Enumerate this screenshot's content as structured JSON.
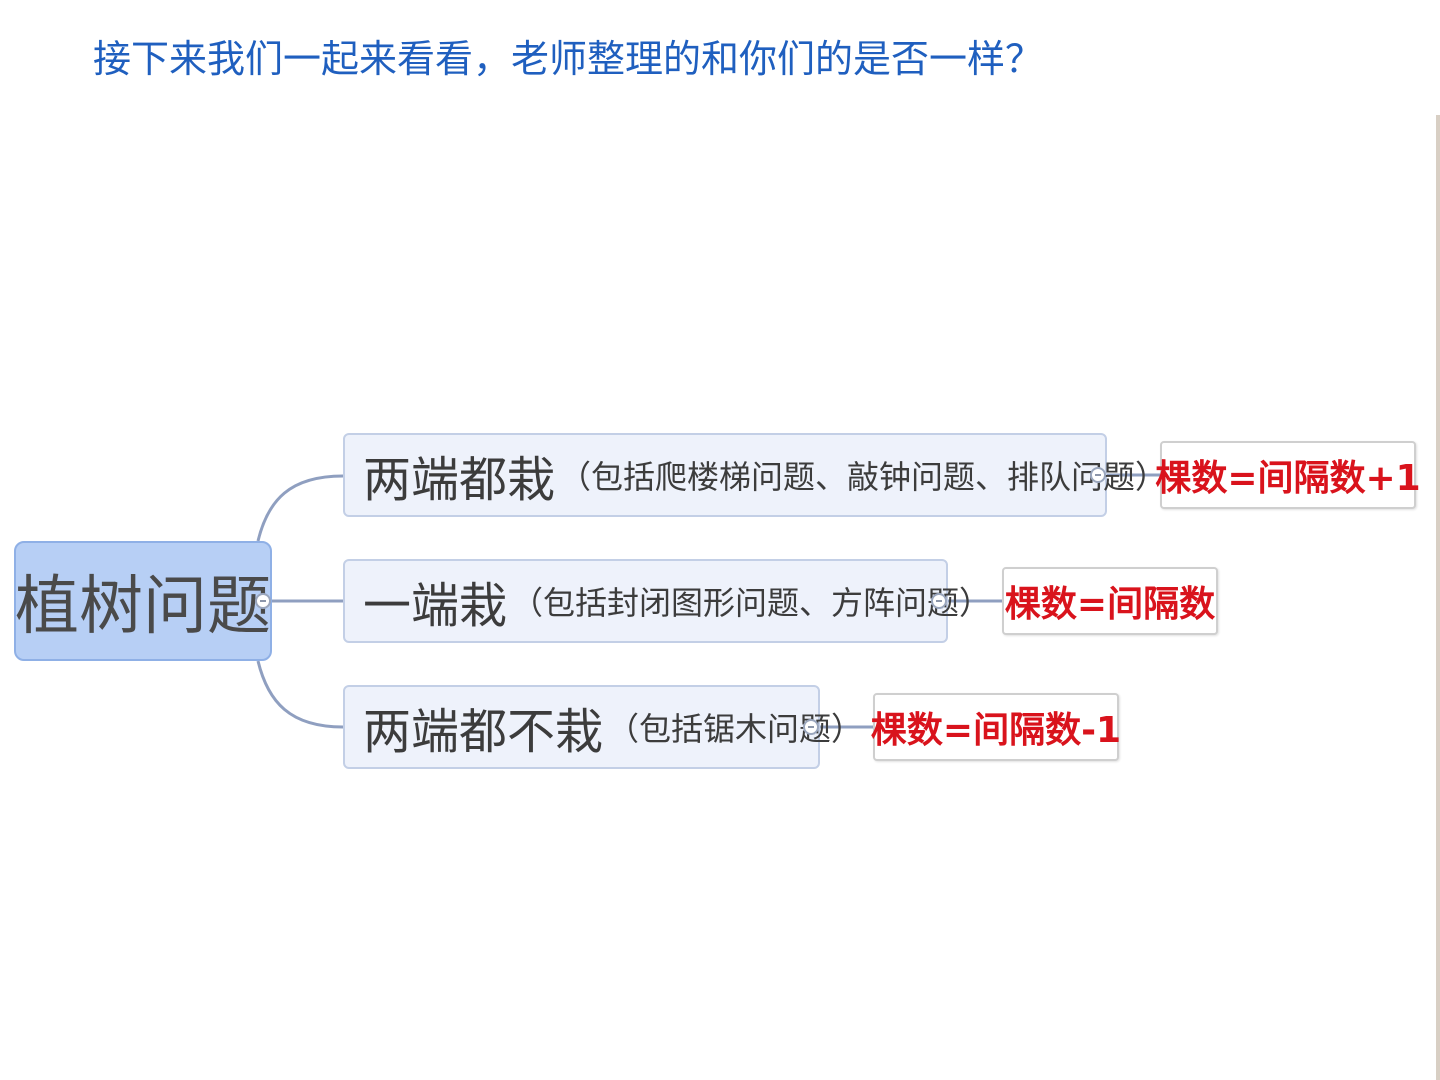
{
  "heading": "接下来我们一起来看看，老师整理的和你们的是否一样？",
  "diagram": {
    "root": "植树问题",
    "branches": [
      {
        "label": "两端都栽",
        "note": "（包括爬楼梯问题、敲钟问题、排队问题）",
        "formula": "棵数=间隔数+1"
      },
      {
        "label": "一端栽",
        "note": "（包括封闭图形问题、方阵问题）",
        "formula": "棵数=间隔数"
      },
      {
        "label": "两端都不栽",
        "note": "（包括锯木问题）",
        "formula": "棵数=间隔数-1"
      }
    ]
  },
  "colors": {
    "heading": "#1f5fbf",
    "root_fill": "#b7cff5",
    "branch_fill": "#eef2fb",
    "connector": "#8f9fc0",
    "formula_text": "#d9131c"
  }
}
